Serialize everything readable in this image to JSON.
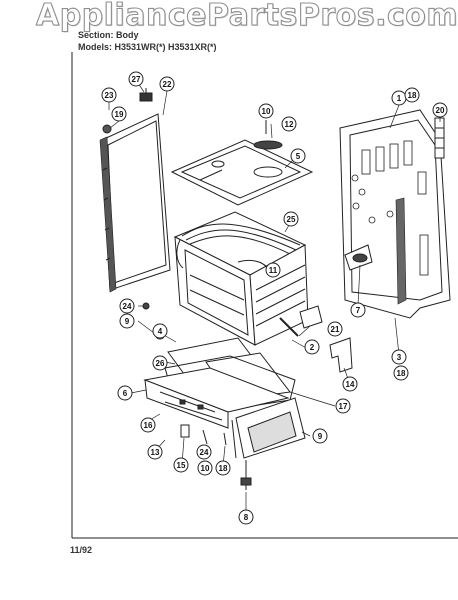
{
  "watermark": "AppliancePartsPros.com",
  "header": {
    "section": "Section: Body",
    "models": "Models: H3531WR(*)   H3531XR(*)"
  },
  "footer": {
    "date": "11/92"
  },
  "callouts": [
    {
      "id": "c23",
      "label": "23"
    },
    {
      "id": "c19",
      "label": "19"
    },
    {
      "id": "c27",
      "label": "27"
    },
    {
      "id": "c22",
      "label": "22"
    },
    {
      "id": "c10a",
      "label": "10"
    },
    {
      "id": "c12",
      "label": "12"
    },
    {
      "id": "c5",
      "label": "5"
    },
    {
      "id": "c1",
      "label": "1"
    },
    {
      "id": "c18a",
      "label": "18"
    },
    {
      "id": "c20",
      "label": "20"
    },
    {
      "id": "c25",
      "label": "25"
    },
    {
      "id": "c11",
      "label": "11"
    },
    {
      "id": "c7",
      "label": "7"
    },
    {
      "id": "c24a",
      "label": "24"
    },
    {
      "id": "c9a",
      "label": "9"
    },
    {
      "id": "c4",
      "label": "4"
    },
    {
      "id": "c21",
      "label": "21"
    },
    {
      "id": "c2",
      "label": "2"
    },
    {
      "id": "c3",
      "label": "3"
    },
    {
      "id": "c18b",
      "label": "18"
    },
    {
      "id": "c26",
      "label": "26"
    },
    {
      "id": "c6",
      "label": "6"
    },
    {
      "id": "c14",
      "label": "14"
    },
    {
      "id": "c16",
      "label": "16"
    },
    {
      "id": "c17",
      "label": "17"
    },
    {
      "id": "c9b",
      "label": "9"
    },
    {
      "id": "c13",
      "label": "13"
    },
    {
      "id": "c15",
      "label": "15"
    },
    {
      "id": "c24b",
      "label": "24"
    },
    {
      "id": "c10b",
      "label": "10"
    },
    {
      "id": "c18c",
      "label": "18"
    },
    {
      "id": "c8",
      "label": "8"
    }
  ]
}
